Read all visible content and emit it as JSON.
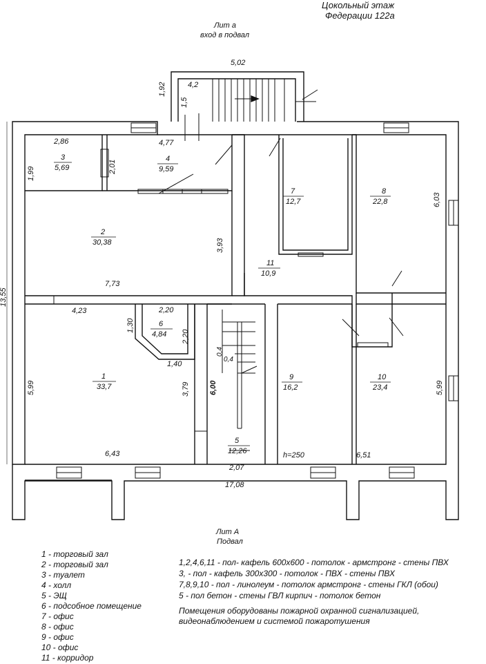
{
  "header": {
    "line1": "Цокольный этаж",
    "line2": "Федерации 122а"
  },
  "lit_a_top": {
    "title": "Лит а",
    "subtitle": "вход в подвал"
  },
  "lit_a_bottom": {
    "title": "Лит А",
    "subtitle": "Подвал"
  },
  "dimensions": {
    "d_502": "5,02",
    "d_42": "4,2",
    "d_192": "1,92",
    "d_15": "1,5",
    "d_286": "2,86",
    "d_477": "4,77",
    "d_199": "1,99",
    "d_201": "2,01",
    "d_393": "3,93",
    "d_773": "7,73",
    "d_603": "6,03",
    "d_1355": "13,55",
    "d_423": "4,23",
    "d_220a": "2,20",
    "d_130": "1,30",
    "d_220b": "2,20",
    "d_140": "1,40",
    "d_04a": "0,4",
    "d_04b": "0,4",
    "d_600": "6,00",
    "d_599a": "5,99",
    "d_379": "3,79",
    "d_643": "6,43",
    "d_207": "2,07",
    "d_1708": "17,08",
    "d_651": "6,51",
    "d_599b": "5,99",
    "h250": "h=250"
  },
  "rooms": [
    {
      "num": "1",
      "area": "33,7"
    },
    {
      "num": "2",
      "area": "30,38"
    },
    {
      "num": "3",
      "area": "5,69"
    },
    {
      "num": "4",
      "area": "9,59"
    },
    {
      "num": "5",
      "area": "12,26"
    },
    {
      "num": "6",
      "area": "4,84"
    },
    {
      "num": "7",
      "area": "12,7"
    },
    {
      "num": "8",
      "area": "22,8"
    },
    {
      "num": "9",
      "area": "16,2"
    },
    {
      "num": "10",
      "area": "23,4"
    },
    {
      "num": "11",
      "area": "10,9"
    }
  ],
  "legend": [
    "1 - торговый зал",
    "2 - торговый зал",
    "3 - туалет",
    "4 - холл",
    "5 - ЭЩ",
    "6 - подсобное помещение",
    "7 - офис",
    "8 - офис",
    "9 - офис",
    "10 - офис",
    "11 - корридор"
  ],
  "finishes": [
    "1,2,4,6,11  - пол- кафель 600х600 - потолок - армстронг - стены ПВХ",
    "3, - пол - кафель 300х300 - потолок - ПВХ - стены ПВХ",
    "7,8,9,10 - пол - линолеум - потолок армстронг - стены ГКЛ  (обои)",
    "5 - пол бетон - стены ГВЛ кирпич - потолок бетон"
  ],
  "note": {
    "line1": "Помещения оборудованы пожарной охранной сигнализацией,",
    "line2": "видеонаблюдением и системой пожаротушения"
  }
}
